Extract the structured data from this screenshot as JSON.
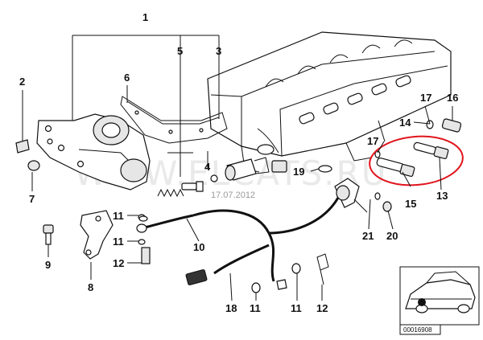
{
  "watermark": "WWW.ELCATS.RU",
  "date": "17.07.2012",
  "diagram_code": "00016908",
  "labels": [
    "1",
    "2",
    "3",
    "4",
    "5",
    "6",
    "7",
    "8",
    "9",
    "10",
    "11",
    "11",
    "11",
    "11",
    "12",
    "12",
    "13",
    "14",
    "15",
    "16",
    "17",
    "17",
    "18",
    "19",
    "20",
    "21"
  ],
  "colors": {
    "highlight": "#e0141c",
    "line": "#111111"
  }
}
